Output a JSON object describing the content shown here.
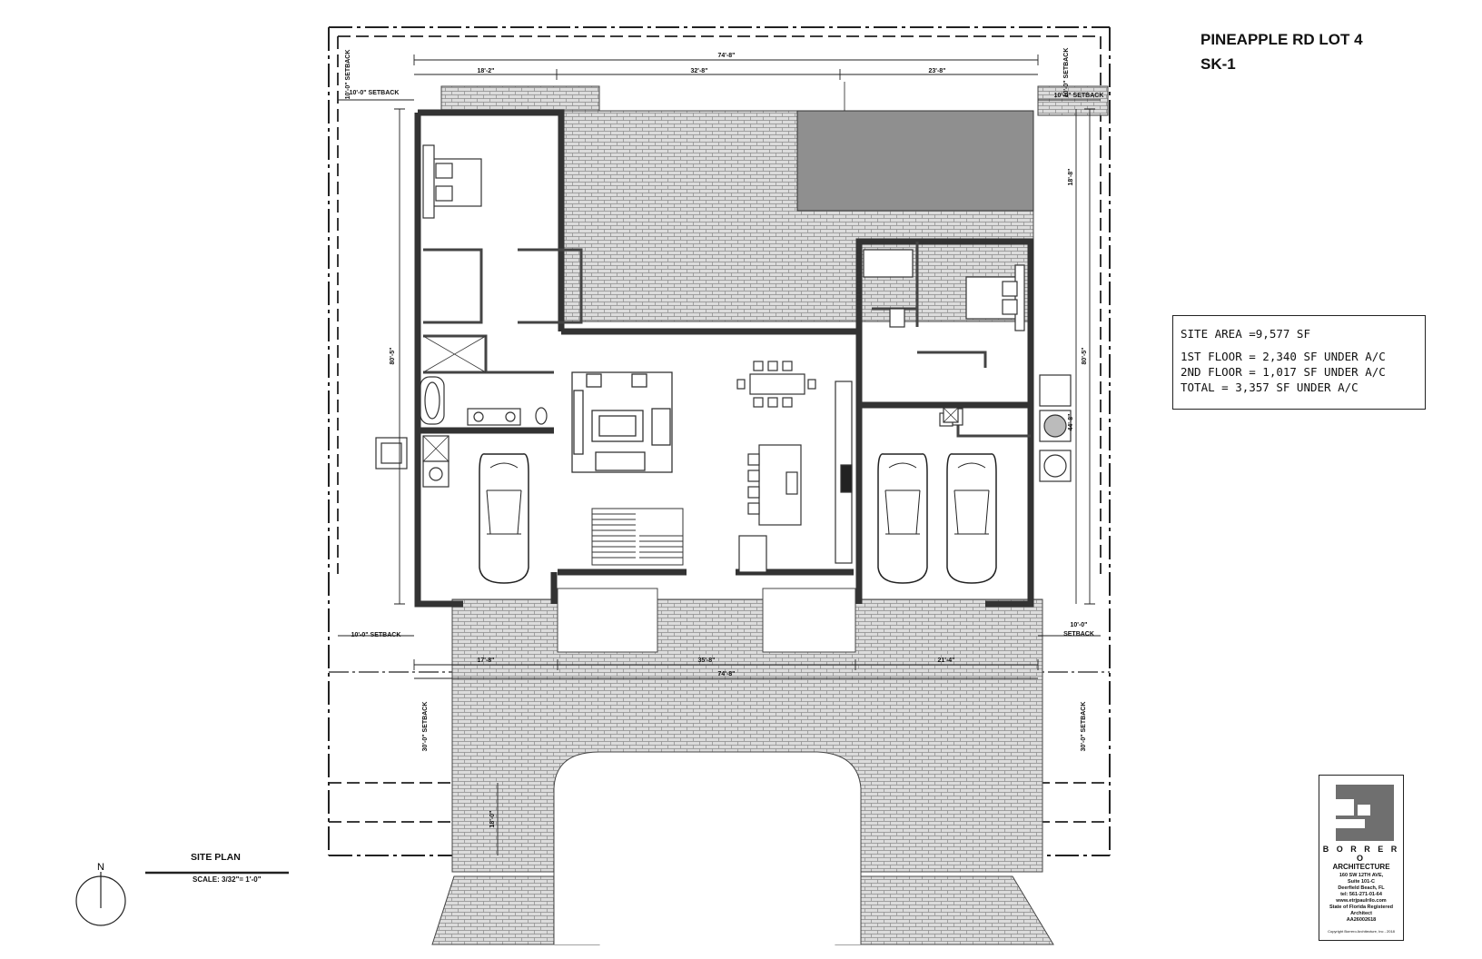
{
  "project": {
    "title": "PINEAPPLE RD LOT 4",
    "sheet": "SK-1"
  },
  "areas": {
    "site_area": "SITE AREA =9,577 SF",
    "first_floor": "1ST FLOOR = 2,340 SF UNDER A/C",
    "second_floor": "2ND FLOOR = 1,017 SF UNDER A/C",
    "total": "TOTAL = 3,357 SF UNDER A/C"
  },
  "drawing": {
    "label": "SITE PLAN",
    "scale": "SCALE: 3/32\"= 1'-0\"",
    "north": "N"
  },
  "dimensions": {
    "overall_top": "74'-8\"",
    "top_left": "18'-2\"",
    "top_mid": "32'-8\"",
    "top_right": "23'-8\"",
    "bottom_left": "17'-8\"",
    "bottom_mid": "35'-8\"",
    "bottom_right": "21'-4\"",
    "overall_bottom": "74'-8\"",
    "left_depth": "80'-5\"",
    "right_depth": "80'-5\"",
    "right_upper": "18'-8\"",
    "right_lower": "44'-8\"",
    "drive_depth": "18'-0\""
  },
  "setbacks": {
    "rear_left_vert": "10'-0\" SETBACK",
    "rear_left": "10'-0\" SETBACK",
    "rear_right_vert": "10'-0\" SETBACK",
    "rear_right": "10'-0\" SETBACK",
    "side_left": "10'-0\" SETBACK",
    "side_right_a": "10'-0\"",
    "side_right_b": "SETBACK",
    "front_left": "30'-0\" SETBACK",
    "front_right": "30'-0\" SETBACK"
  },
  "firm": {
    "name": "B O R R E R O",
    "sub": "ARCHITECTURE",
    "addr1": "160 SW 12TH AVE,",
    "addr2": "Suite 101-C",
    "addr3": "Deerfield Beach, FL",
    "phone": "tel: 561-271-01-64",
    "web": "www.etrjpaulrilo.com",
    "reg1": "State of Florida Registered",
    "reg2": "Architect",
    "lic": "AA26002618",
    "copyright": "Copyright Borrero Architecture, Inc - 2018"
  },
  "colors": {
    "line": "#222222",
    "paver_fill": "#d9d9d9",
    "pool": "#8f8f8f"
  }
}
